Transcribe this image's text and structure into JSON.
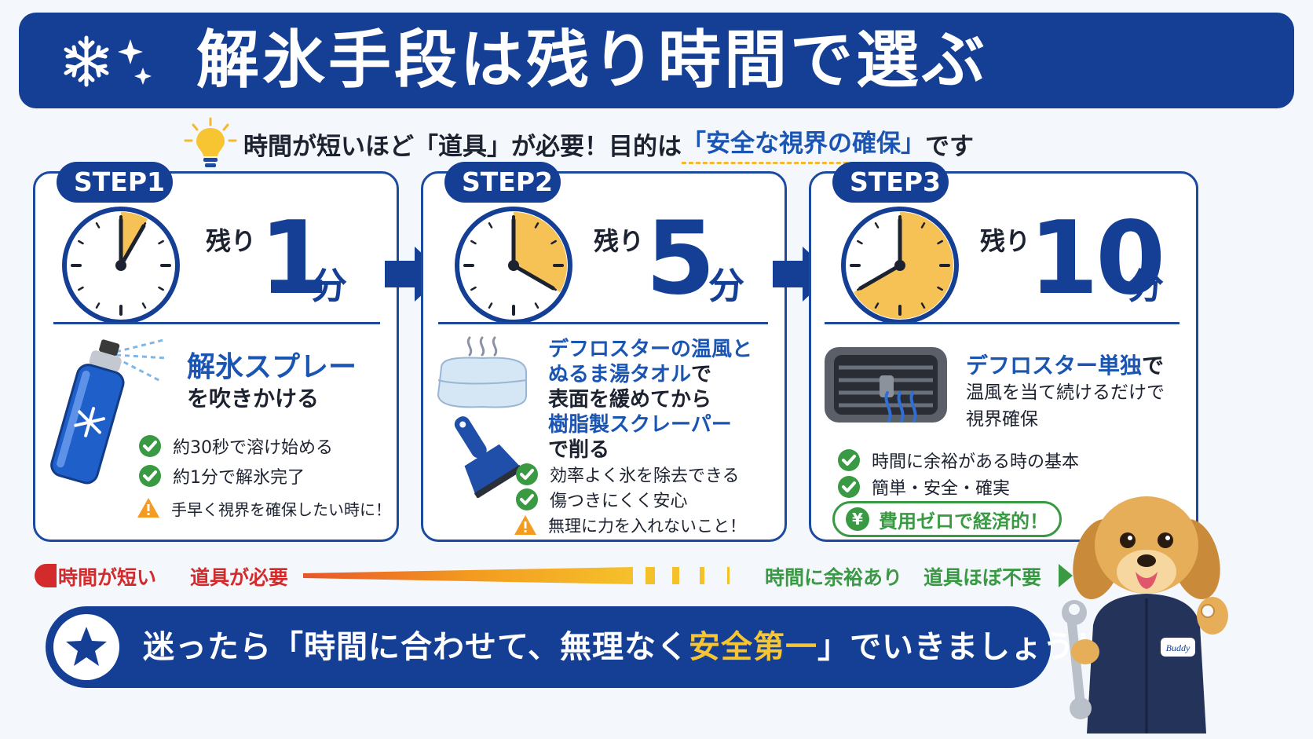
{
  "header": {
    "title": "解氷手段は残り時間で選ぶ",
    "icon": "snowflake-sparkle-icon"
  },
  "subtitle": {
    "prefix": "時間が短いほど「道具」が必要！目的は",
    "highlight": "「安全な視界の確保」",
    "suffix": "です",
    "icon": "lightbulb-icon"
  },
  "steps": [
    {
      "tab": "STEP1",
      "nokori": "残り",
      "number": "1",
      "unit": "分",
      "clock_fraction": 0.0833,
      "heading": "解氷スプレー",
      "sub": "を吹きかける",
      "items": [
        {
          "text": "約30秒で溶け始める",
          "icon": "check-icon"
        },
        {
          "text": "約1分で解氷完了",
          "icon": "check-icon"
        },
        {
          "text": "手早く視界を確保したい時に！",
          "icon": "warning-icon"
        }
      ],
      "illustration": "deicer-spray-can-icon"
    },
    {
      "tab": "STEP2",
      "nokori": "残り",
      "number": "5",
      "unit": "分",
      "clock_fraction": 0.3333,
      "desc": [
        {
          "text": "デフロスターの温風と",
          "blue": true
        },
        {
          "text": "ぬるま湯タオル",
          "blue": true,
          "tail": "で"
        },
        {
          "text": "表面を緩めてから",
          "blue": false
        },
        {
          "text": "樹脂製スクレーパー",
          "blue": true
        },
        {
          "text": "で削る",
          "blue": false
        }
      ],
      "items": [
        {
          "text": "効率よく氷を除去できる",
          "icon": "check-icon"
        },
        {
          "text": "傷つきにくく安心",
          "icon": "check-icon"
        },
        {
          "text": "無理に力を入れないこと！",
          "icon": "warning-icon"
        }
      ],
      "illustration": "warm-towel-and-scraper-icon"
    },
    {
      "tab": "STEP3",
      "nokori": "残り",
      "number": "10",
      "unit": "分",
      "clock_fraction": 0.6667,
      "desc": [
        {
          "text": "デフロスター単独",
          "blue": true,
          "tail": "で"
        },
        {
          "text": "温風を当て続けるだけで",
          "blue": false
        },
        {
          "text": "視界確保",
          "blue": false
        }
      ],
      "items": [
        {
          "text": "時間に余裕がある時の基本",
          "icon": "check-icon"
        },
        {
          "text": "簡単・安全・確実",
          "icon": "check-icon"
        }
      ],
      "pill": {
        "text": "費用ゼロで経済的！",
        "icon": "yen-icon"
      },
      "illustration": "car-air-vent-icon"
    }
  ],
  "scale": {
    "left_a": "時間が短い",
    "left_b": "道具が必要",
    "right_a": "時間に余裕あり",
    "right_b": "道具ほぼ不要"
  },
  "banner": {
    "prefix": "迷ったら「時間に合わせて、無理なく",
    "highlight": "安全第一",
    "suffix": "」でいきましょう！",
    "icon": "star-icon"
  },
  "mascot": {
    "name": "golden-retriever-mechanic-mascot",
    "badge_text": "Buddy"
  },
  "colors": {
    "navy": "#143f94",
    "blue": "#1a55b3",
    "clock_fill": "#f6c155",
    "green": "#3a9a43",
    "red": "#d32b2b",
    "accent_yellow": "#f7c531"
  }
}
